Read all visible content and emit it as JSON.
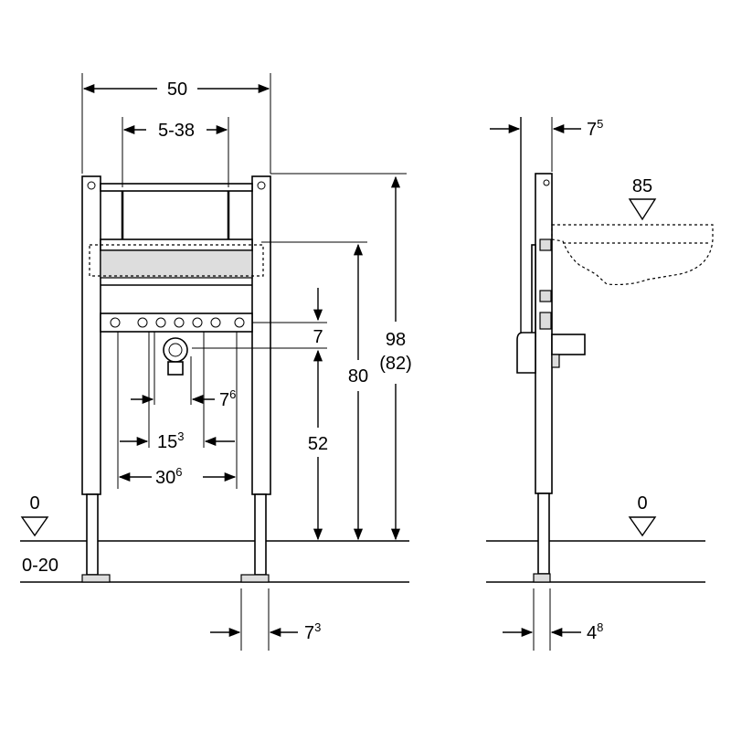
{
  "front_view": {
    "frame_width": "50",
    "bracket_range": "5-38",
    "top_height": "98",
    "top_height_alt": "(82)",
    "mid_height": "80",
    "connection_offset": "7",
    "drain_height": "52",
    "pipe_offset_base": "7",
    "pipe_offset_sup": "6",
    "connection_spacing_base": "15",
    "connection_spacing_sup": "3",
    "outer_spacing_base": "30",
    "outer_spacing_sup": "6",
    "floor_level": "0",
    "floor_range": "0-20",
    "foot_width_base": "7",
    "foot_width_sup": "3"
  },
  "side_view": {
    "wall_offset_base": "7",
    "wall_offset_sup": "5",
    "basin_height": "85",
    "floor_level": "0",
    "foot_depth_base": "4",
    "foot_depth_sup": "8"
  }
}
